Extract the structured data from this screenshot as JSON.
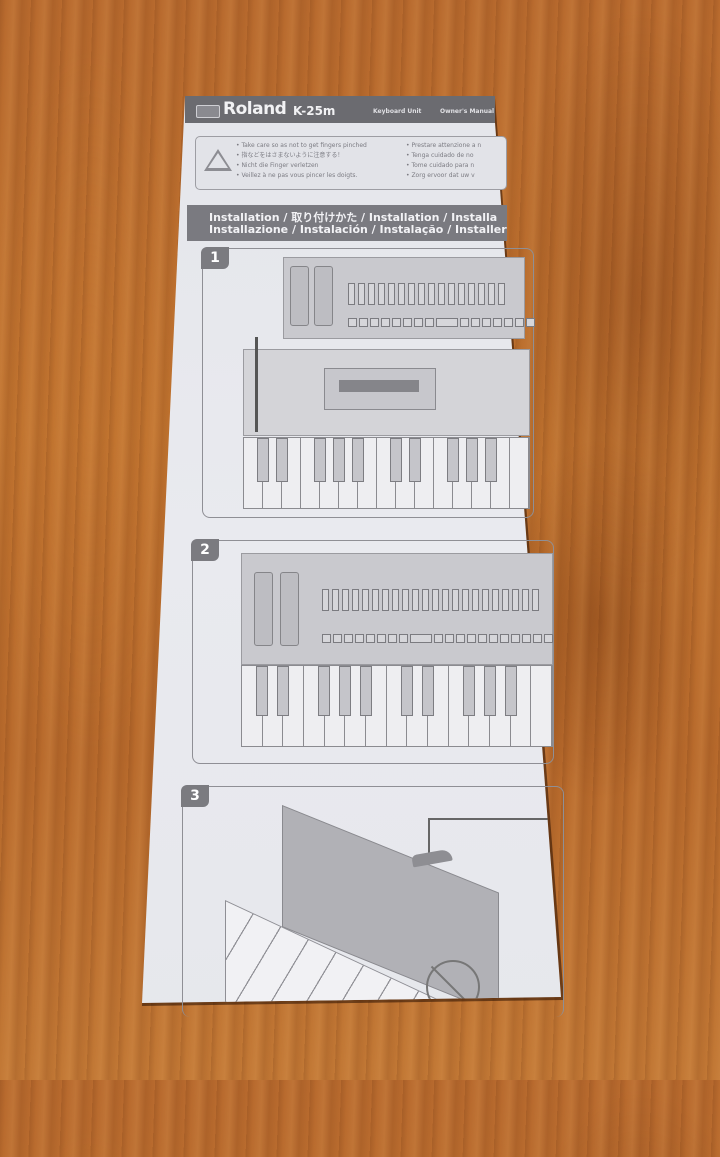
{
  "scene": {
    "description": "Photo of a printed Roland K-25m owner's manual sheet lying on a wooden table",
    "colors": {
      "wood": "#bd6f2f",
      "paper": "#e7e8ed",
      "header_band": "#6b6b70",
      "step_badge": "#7b7b80"
    }
  },
  "manual": {
    "header": {
      "brand": "Roland",
      "model": "K-25m",
      "subtitle": "Keyboard Unit",
      "doc_type": "Owner's Manual"
    },
    "caution": {
      "icon": "pinch-warning-icon",
      "left": [
        "• Take care so as not to get fingers pinched",
        "• 指などをはさまないように注意する！",
        "• Nicht die Finger verletzen",
        "• Veillez à ne pas vous pincer les doigts."
      ],
      "right": [
        "• Prestare attenzione a n",
        "• Tenga cuidado de no",
        "• Tome cuidado para n",
        "• Zorg ervoor dat uw v"
      ]
    },
    "installation": {
      "line1": "Installation / 取り付けかた / Installation / Installa",
      "line2": "Installazione / Instalación / Instalação / Installer"
    },
    "steps": [
      {
        "number": "1"
      },
      {
        "number": "2"
      },
      {
        "number": "3"
      }
    ]
  }
}
